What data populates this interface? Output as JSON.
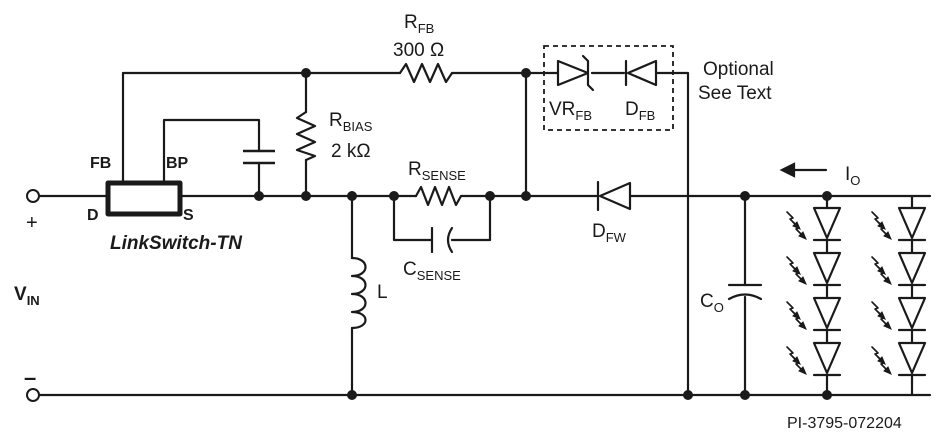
{
  "labels": {
    "rfb_main": "R",
    "rfb_sub": "FB",
    "rfb_value": "300 Ω",
    "optional_line1": "Optional",
    "optional_line2": "See Text",
    "rbias_main": "R",
    "rbias_sub": "BIAS",
    "rbias_value": "2 kΩ",
    "rsense_main": "R",
    "rsense_sub": "SENSE",
    "csense_main": "C",
    "csense_sub": "SENSE",
    "vrfb_main": "VR",
    "vrfb_sub": "FB",
    "dfb_main": "D",
    "dfb_sub": "FB",
    "dfw_main": "D",
    "dfw_sub": "FW",
    "io_main": "I",
    "io_sub": "O",
    "co_main": "C",
    "co_sub": "O",
    "l_label": "L",
    "pin_fb": "FB",
    "pin_bp": "BP",
    "pin_d": "D",
    "pin_s": "S",
    "ic_name": "LinkSwitch-TN",
    "vin_main": "V",
    "vin_sub": "IN",
    "plus": "+",
    "minus": "–",
    "drawing_id": "PI-3795-072204"
  }
}
